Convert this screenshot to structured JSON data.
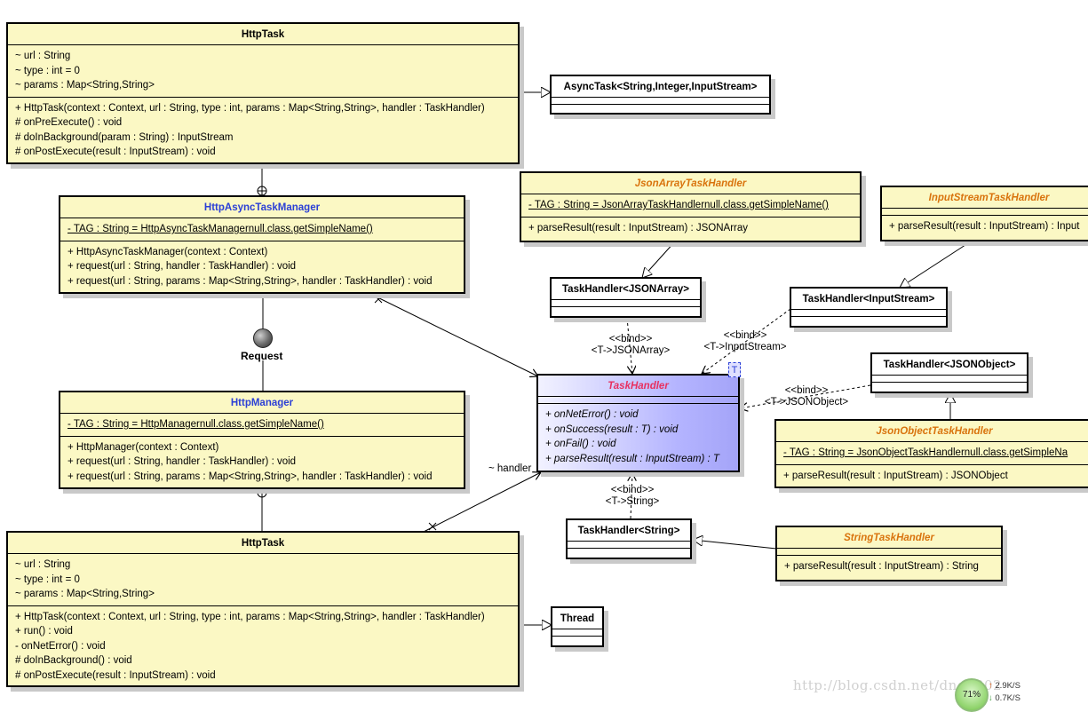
{
  "classes": {
    "httptask_top": {
      "name": "HttpTask",
      "attributes": [
        "~ url : String",
        "~ type : int = 0",
        "~ params : Map<String,String>"
      ],
      "operations": [
        "+ HttpTask(context : Context, url : String, type : int, params : Map<String,String>, handler : TaskHandler)",
        "# onPreExecute() : void",
        "# doInBackground(param : String) : InputStream",
        "# onPostExecute(result : InputStream) : void"
      ]
    },
    "asynctask": {
      "name": "AsyncTask<String,Integer,InputStream>"
    },
    "async_manager": {
      "name": "HttpAsyncTaskManager",
      "attributes": [
        "- TAG : String = HttpAsyncTaskManagernull.class.getSimpleName()"
      ],
      "operations": [
        "+ HttpAsyncTaskManager(context : Context)",
        "+ request(url : String, handler : TaskHandler) : void",
        "+ request(url : String, params : Map<String,String>, handler : TaskHandler) : void"
      ]
    },
    "http_manager": {
      "name": "HttpManager",
      "attributes": [
        "- TAG : String = HttpManagernull.class.getSimpleName()"
      ],
      "operations": [
        "+ HttpManager(context : Context)",
        "+ request(url : String, handler : TaskHandler) : void",
        "+ request(url : String, params : Map<String,String>, handler : TaskHandler) : void"
      ]
    },
    "httptask_bottom": {
      "name": "HttpTask",
      "attributes": [
        "~ url : String",
        "~ type : int = 0",
        "~ params : Map<String,String>"
      ],
      "operations": [
        "+ HttpTask(context : Context, url : String, type : int, params : Map<String,String>, handler : TaskHandler)",
        "+ run() : void",
        "- onNetError() : void",
        "# doInBackground() : void",
        "# onPostExecute(result : InputStream) : void"
      ]
    },
    "thread": {
      "name": "Thread"
    },
    "json_array_handler": {
      "name": "JsonArrayTaskHandler",
      "attributes": [
        "- TAG : String = JsonArrayTaskHandlernull.class.getSimpleName()"
      ],
      "operations": [
        "+ parseResult(result : InputStream) : JSONArray"
      ]
    },
    "inputstream_handler": {
      "name": "InputStreamTaskHandler",
      "operations": [
        "+ parseResult(result : InputStream) : Input"
      ]
    },
    "th_jsonarray": {
      "name": "TaskHandler<JSONArray>"
    },
    "th_inputstream": {
      "name": "TaskHandler<InputStream>"
    },
    "th_jsonobject": {
      "name": "TaskHandler<JSONObject>"
    },
    "task_handler": {
      "name": "TaskHandler",
      "operations": [
        "+ onNetError() : void",
        "+ onSuccess(result : T) : void",
        "+ onFail() : void",
        "+ parseResult(result : InputStream) : T"
      ]
    },
    "json_object_handler": {
      "name": "JsonObjectTaskHandler",
      "attributes": [
        "- TAG : String = JsonObjectTaskHandlernull.class.getSimpleNa"
      ],
      "operations": [
        "+ parseResult(result : InputStream) : JSONObject"
      ]
    },
    "th_string": {
      "name": "TaskHandler<String>"
    },
    "string_handler": {
      "name": "StringTaskHandler",
      "operations": [
        "+ parseResult(result : InputStream) : String"
      ]
    }
  },
  "labels": {
    "request": "Request",
    "handler_role": "~ handler",
    "type_param": "T",
    "bind_jsonarray": [
      "<<bind>>",
      "<T->JSONArray>"
    ],
    "bind_inputstream": [
      "<<bind>>",
      "<T->InputStream>"
    ],
    "bind_jsonobject": [
      "<<bind>>",
      "<T->JSONObject>"
    ],
    "bind_string": [
      "<<bind>>",
      "<T->String>"
    ]
  },
  "watermark": "http://blog.csdn.net/dng1302",
  "net_widget": {
    "percent": "71%",
    "up": "2.9K/S",
    "down": "0.7K/S"
  },
  "colors": {
    "class_fill": "#fbf8c4",
    "abstract_name": "#d9730d",
    "manager_name": "#2b3fd6",
    "interface_name": "#e8305f",
    "interface_fill": "#a4a4f8"
  }
}
